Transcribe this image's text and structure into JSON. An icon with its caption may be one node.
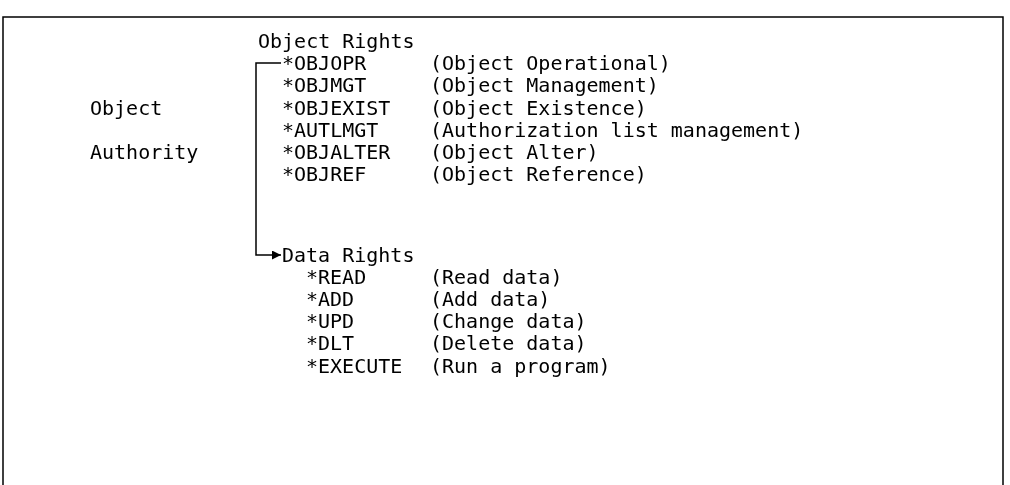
{
  "diagram": {
    "nodes": [
      {
        "text": [
          "*OBJOPR",
          "(Object Operational)"
        ]
      },
      {
        "text": [
          "Data Rights"
        ]
      }
    ],
    "edges": [
      {
        "from": 0,
        "to": 1,
        "arrow": "to"
      }
    ],
    "labels": [
      "Object Rights",
      "*OBJMGT",
      "(Object Management)",
      "Object",
      "*OBJEXIST",
      "(Object Existence)",
      "*AUTLMGT",
      "(Authorization list management)",
      "Authority",
      "*OBJALTER",
      "(Object Alter)",
      "*OBJREF",
      "(Object Reference)",
      "*READ",
      "(Read data)",
      "*ADD",
      "(Add data)",
      "*UPD",
      "(Change data)",
      "*DLT",
      "(Delete data)",
      "*EXECUTE",
      "(Run a program)"
    ]
  }
}
